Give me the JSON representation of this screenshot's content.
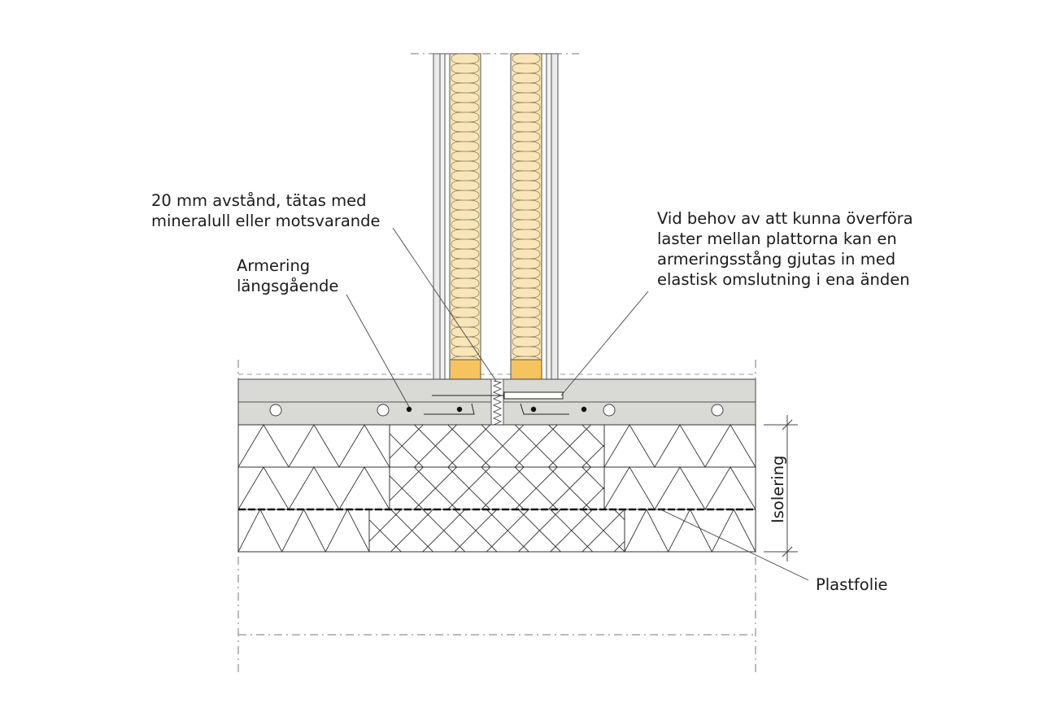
{
  "labels": {
    "gap_line1": "20 mm avstånd, tätas med",
    "gap_line2": "mineralull eller motsvarande",
    "armering_line1": "Armering",
    "armering_line2": "längsgående",
    "dowel_line1": "Vid behov av att kunna överföra",
    "dowel_line2": "laster mellan plattorna kan en",
    "dowel_line3": "armeringsstång gjutas in med",
    "dowel_line4": "elastisk omslutning i ena änden",
    "isolering": "Isolering",
    "plastfolie": "Plastfolie"
  },
  "colors": {
    "slab": "#d9d9d5",
    "wool": "#f8e6b8",
    "stud": "#f6c45f",
    "board": "#e9e9e9",
    "line": "#333333"
  }
}
